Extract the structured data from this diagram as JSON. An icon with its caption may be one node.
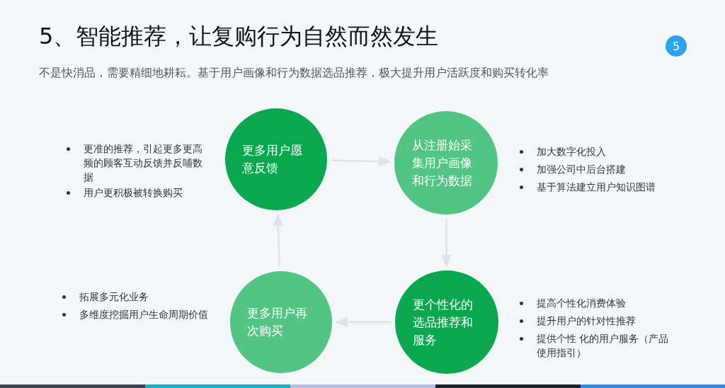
{
  "diagram": {
    "title": "5、智能推荐，让复购行为自然而然发生",
    "caption": "不是快消品，需要精细地耕耘。基于用户画像和行为数据选品推荐，极大提升用户活跃度和购买转化率",
    "nodes": [
      {
        "text": [
          "5"
        ]
      },
      {
        "text": [
          "更多用户愿意反馈"
        ]
      },
      {
        "text": [
          "从注册始采集用户画像和行为数据"
        ]
      },
      {
        "text": [
          "更个性化的选品推荐和服务"
        ]
      },
      {
        "text": [
          "更多用户再次购买"
        ]
      }
    ],
    "edges": [
      {
        "from": 1,
        "to": 2,
        "arrow": "to"
      },
      {
        "from": 2,
        "to": 3,
        "arrow": "to"
      },
      {
        "from": 3,
        "to": 4,
        "arrow": "to"
      },
      {
        "from": 4,
        "to": 1,
        "arrow": "to"
      }
    ],
    "labels": [
      "更准的推荐，引起更多更高频的顾客互动反馈并反哺数据",
      "用户更积极被转换购买",
      "加大数字化投入",
      "加强公司中后台搭建",
      "基于算法建立用户知识图谱",
      "拓展多元化业务",
      "多维度挖掘用户生命周期价值",
      "提高个性化消费体验",
      "提升用户的针对性推荐",
      "提供个性 化的用户服务（产品使用指引）"
    ]
  }
}
